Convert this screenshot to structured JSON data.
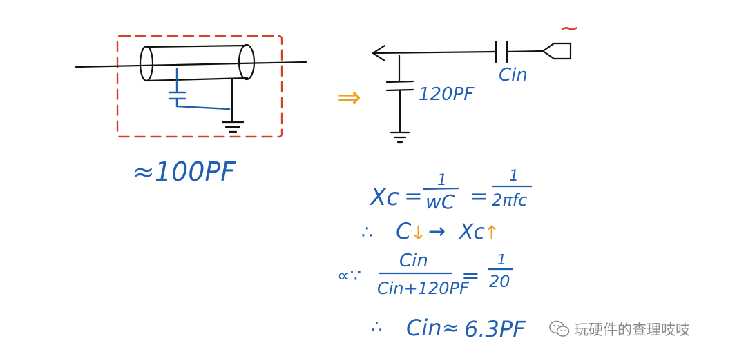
{
  "colors": {
    "ink": "#111111",
    "blue": "#1f5fb4",
    "orange": "#f0a020",
    "red": "#d9402a",
    "watermark": "#8a8a8a"
  },
  "left_circuit": {
    "approx_label": "≈100PF"
  },
  "right_circuit": {
    "implies_arrow": "⇒",
    "shunt_cap_label": "120PF",
    "series_cap_label": "Cin",
    "source_symbol": "~"
  },
  "equations": {
    "xc_lhs": "Xc",
    "equals": "=",
    "frac1_num": "1",
    "frac1_den": "wC",
    "frac2_num": "1",
    "frac2_den": "2πfc",
    "therefore": "∴",
    "line2_c": "C",
    "line2_down": "↓",
    "line2_arrow": "→",
    "line2_xc": "Xc",
    "line2_up": "↑",
    "line3_prefix": "∝∵",
    "frac3_num": "Cin",
    "frac3_den": "Cin+120PF",
    "frac4_num": "1",
    "frac4_den": "20",
    "line4_cin": "Cin",
    "line4_approx": "≈",
    "line4_value": "6.3PF"
  },
  "watermark": {
    "text": "玩硬件的查理吱吱"
  }
}
